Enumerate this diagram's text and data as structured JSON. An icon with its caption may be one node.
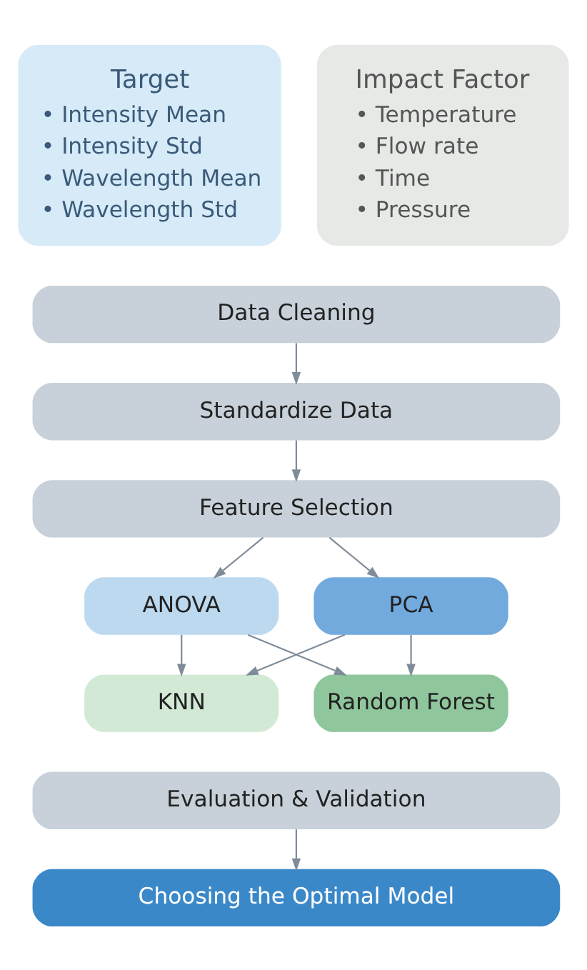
{
  "diagram": {
    "nodes": [
      {
        "text": [
          "Target",
          "• Intensity Mean",
          "• Intensity Std",
          "• Wavelength Mean",
          "• Wavelength Std"
        ]
      },
      {
        "text": [
          "Impact Factor",
          "• Temperature",
          "• Flow rate",
          "• Time",
          "• Pressure"
        ]
      },
      {
        "text": [
          "Data Cleaning"
        ]
      },
      {
        "text": [
          "Standardize Data"
        ]
      },
      {
        "text": [
          "Feature Selection"
        ]
      },
      {
        "text": [
          "ANOVA"
        ]
      },
      {
        "text": [
          "PCA"
        ]
      },
      {
        "text": [
          "KNN"
        ]
      },
      {
        "text": [
          "Random Forest"
        ]
      },
      {
        "text": [
          "Evaluation & Validation"
        ]
      },
      {
        "text": [
          "Choosing the Optimal Model"
        ]
      }
    ],
    "edges": [
      {
        "from": 2,
        "to": 3,
        "arrow": "to"
      },
      {
        "from": 3,
        "to": 4,
        "arrow": "to"
      },
      {
        "from": 4,
        "to": 5,
        "arrow": "to"
      },
      {
        "from": 4,
        "to": 6,
        "arrow": "to"
      },
      {
        "from": 5,
        "to": 7,
        "arrow": "to"
      },
      {
        "from": 5,
        "to": 8,
        "arrow": "to"
      },
      {
        "from": 6,
        "to": 7,
        "arrow": "to"
      },
      {
        "from": 6,
        "to": 8,
        "arrow": "to"
      },
      {
        "from": 9,
        "to": 10,
        "arrow": "to"
      }
    ]
  }
}
